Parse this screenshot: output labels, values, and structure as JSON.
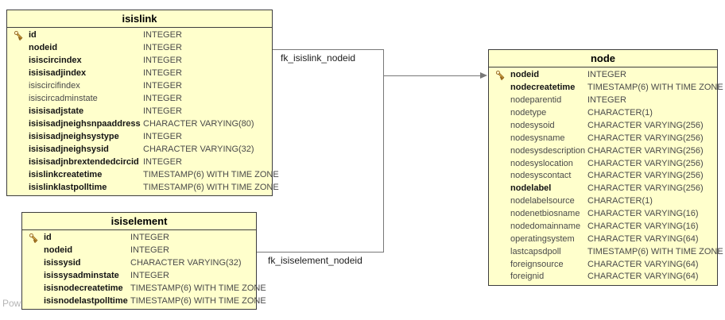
{
  "diagram": {
    "watermark": "Pow",
    "colors": {
      "table_fill": "#FFFFCC",
      "table_border": "#3D3D3D",
      "connector": "#787878",
      "key_icon_gold": "#EFC75E"
    },
    "tables": [
      {
        "id": "isislink",
        "title": "isislink",
        "rows": [
          {
            "key": true,
            "bold": true,
            "name": "id",
            "type": "INTEGER"
          },
          {
            "bold": true,
            "name": "nodeid",
            "type": "INTEGER"
          },
          {
            "bold": true,
            "name": "isiscircindex",
            "type": "INTEGER"
          },
          {
            "bold": true,
            "name": "isisisadjindex",
            "type": "INTEGER"
          },
          {
            "name": "isiscircifindex",
            "type": "INTEGER"
          },
          {
            "name": "isiscircadminstate",
            "type": "INTEGER"
          },
          {
            "bold": true,
            "name": "isisisadjstate",
            "type": "INTEGER"
          },
          {
            "bold": true,
            "name": "isisisadjneighsnpaaddress",
            "type": "CHARACTER VARYING(80)"
          },
          {
            "bold": true,
            "name": "isisisadjneighsystype",
            "type": "INTEGER"
          },
          {
            "bold": true,
            "name": "isisisadjneighsysid",
            "type": "CHARACTER VARYING(32)"
          },
          {
            "bold": true,
            "name": "isisisadjnbrextendedcircid",
            "type": "INTEGER"
          },
          {
            "bold": true,
            "name": "isislinkcreatetime",
            "type": "TIMESTAMP(6) WITH TIME ZONE"
          },
          {
            "bold": true,
            "name": "isislinklastpolltime",
            "type": "TIMESTAMP(6) WITH TIME ZONE"
          }
        ]
      },
      {
        "id": "isiselement",
        "title": "isiselement",
        "rows": [
          {
            "key": true,
            "bold": true,
            "name": "id",
            "type": "INTEGER"
          },
          {
            "bold": true,
            "name": "nodeid",
            "type": "INTEGER"
          },
          {
            "bold": true,
            "name": "isissysid",
            "type": "CHARACTER VARYING(32)"
          },
          {
            "bold": true,
            "name": "isissysadminstate",
            "type": "INTEGER"
          },
          {
            "bold": true,
            "name": "isisnodecreatetime",
            "type": "TIMESTAMP(6) WITH TIME ZONE"
          },
          {
            "bold": true,
            "name": "isisnodelastpolltime",
            "type": "TIMESTAMP(6) WITH TIME ZONE"
          }
        ]
      },
      {
        "id": "node",
        "title": "node",
        "rows": [
          {
            "key": true,
            "bold": true,
            "name": "nodeid",
            "type": "INTEGER"
          },
          {
            "bold": true,
            "name": "nodecreatetime",
            "type": "TIMESTAMP(6) WITH TIME ZONE"
          },
          {
            "name": "nodeparentid",
            "type": "INTEGER"
          },
          {
            "name": "nodetype",
            "type": "CHARACTER(1)"
          },
          {
            "name": "nodesysoid",
            "type": "CHARACTER VARYING(256)"
          },
          {
            "name": "nodesysname",
            "type": "CHARACTER VARYING(256)"
          },
          {
            "name": "nodesysdescription",
            "type": "CHARACTER VARYING(256)"
          },
          {
            "name": "nodesyslocation",
            "type": "CHARACTER VARYING(256)"
          },
          {
            "name": "nodesyscontact",
            "type": "CHARACTER VARYING(256)"
          },
          {
            "bold": true,
            "name": "nodelabel",
            "type": "CHARACTER VARYING(256)"
          },
          {
            "name": "nodelabelsource",
            "type": "CHARACTER(1)"
          },
          {
            "name": "nodenetbiosname",
            "type": "CHARACTER VARYING(16)"
          },
          {
            "name": "nodedomainname",
            "type": "CHARACTER VARYING(16)"
          },
          {
            "name": "operatingsystem",
            "type": "CHARACTER VARYING(64)"
          },
          {
            "name": "lastcapsdpoll",
            "type": "TIMESTAMP(6) WITH TIME ZONE"
          },
          {
            "name": "foreignsource",
            "type": "CHARACTER VARYING(64)"
          },
          {
            "name": "foreignid",
            "type": "CHARACTER VARYING(64)"
          }
        ]
      }
    ],
    "relationships": [
      {
        "label": "fk_isislink_nodeid"
      },
      {
        "label": "fk_isiselement_nodeid"
      }
    ]
  }
}
